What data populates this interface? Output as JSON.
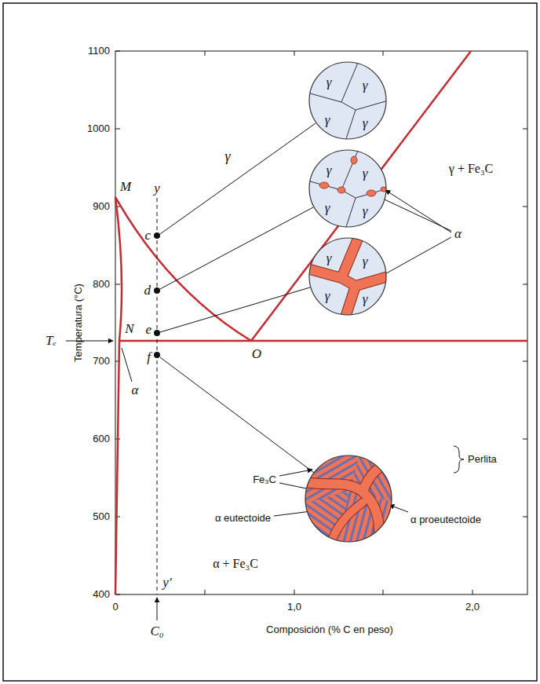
{
  "diagram": {
    "nodes": [
      {
        "text": [
          "γ",
          "γ",
          "γ",
          "γ"
        ]
      },
      {
        "text": [
          "γ",
          "γ",
          "γ",
          "γ"
        ]
      },
      {
        "text": [
          "γ",
          "γ",
          "γ",
          "γ"
        ]
      }
    ],
    "labels": [
      "1100",
      "1000",
      "900",
      "800",
      "700",
      "600",
      "500",
      "400",
      "0",
      "1,0",
      "2,0",
      "Temperatura (°C)",
      "Composición (% C en peso)",
      "γ",
      "γ + Fe₃C",
      "M",
      "y",
      "c",
      "d",
      "N",
      "e",
      "Tₑ",
      "O",
      "f",
      "α",
      "α",
      "Perlita",
      "Fe₃C",
      "α eutectoide",
      "α proeutectoide",
      "α + Fe₃C",
      "y′",
      "C₀"
    ]
  }
}
